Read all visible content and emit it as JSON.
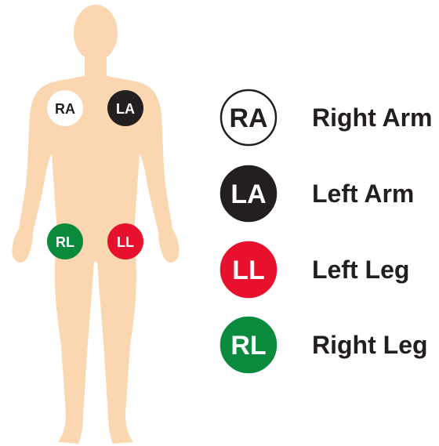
{
  "figure": {
    "body_color": "#fad7b1"
  },
  "electrodes": [
    {
      "id": "ra",
      "abbr": "RA",
      "name": "Right Arm",
      "fill": "#ffffff",
      "stroke": "#231f20",
      "text_color": "#231f20"
    },
    {
      "id": "la",
      "abbr": "LA",
      "name": "Left Arm",
      "fill": "#231f20",
      "stroke": "#231f20",
      "text_color": "#ffffff"
    },
    {
      "id": "ll",
      "abbr": "LL",
      "name": "Left Leg",
      "fill": "#e8112d",
      "stroke": "#e8112d",
      "text_color": "#ffffff"
    },
    {
      "id": "rl",
      "abbr": "RL",
      "name": "Right Leg",
      "fill": "#0a8a3c",
      "stroke": "#0a8a3c",
      "text_color": "#ffffff"
    }
  ]
}
